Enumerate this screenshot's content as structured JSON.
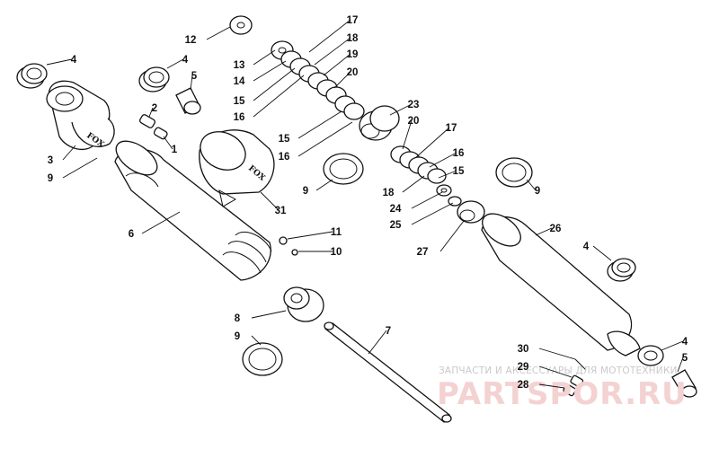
{
  "diagram": {
    "logos": {
      "cap_large": "FOX",
      "cap_small": "FOX"
    },
    "callouts": [
      {
        "id": "c12a",
        "label": "12"
      },
      {
        "id": "c13",
        "label": "13"
      },
      {
        "id": "c14",
        "label": "14"
      },
      {
        "id": "c15a",
        "label": "15"
      },
      {
        "id": "c16a",
        "label": "16"
      },
      {
        "id": "c17a",
        "label": "17"
      },
      {
        "id": "c18a",
        "label": "18"
      },
      {
        "id": "c19",
        "label": "19"
      },
      {
        "id": "c20a",
        "label": "20"
      },
      {
        "id": "c4a",
        "label": "4"
      },
      {
        "id": "c4b",
        "label": "4"
      },
      {
        "id": "c5a",
        "label": "5"
      },
      {
        "id": "c2",
        "label": "2"
      },
      {
        "id": "c1",
        "label": "1"
      },
      {
        "id": "c3",
        "label": "3"
      },
      {
        "id": "c9a",
        "label": "9"
      },
      {
        "id": "c6",
        "label": "6"
      },
      {
        "id": "c31",
        "label": "31"
      },
      {
        "id": "c9b",
        "label": "9"
      },
      {
        "id": "c15b",
        "label": "15"
      },
      {
        "id": "c16b",
        "label": "16"
      },
      {
        "id": "c23",
        "label": "23"
      },
      {
        "id": "c20b",
        "label": "20"
      },
      {
        "id": "c17b",
        "label": "17"
      },
      {
        "id": "c16c",
        "label": "16"
      },
      {
        "id": "c15c",
        "label": "15"
      },
      {
        "id": "c18b",
        "label": "18"
      },
      {
        "id": "c24",
        "label": "24"
      },
      {
        "id": "c25",
        "label": "25"
      },
      {
        "id": "c27",
        "label": "27"
      },
      {
        "id": "c9c",
        "label": "9"
      },
      {
        "id": "c26",
        "label": "26"
      },
      {
        "id": "c4c",
        "label": "4"
      },
      {
        "id": "c11",
        "label": "11"
      },
      {
        "id": "c10",
        "label": "10"
      },
      {
        "id": "c8",
        "label": "8"
      },
      {
        "id": "c9d",
        "label": "9"
      },
      {
        "id": "c7",
        "label": "7"
      },
      {
        "id": "c30",
        "label": "30"
      },
      {
        "id": "c29",
        "label": "29"
      },
      {
        "id": "c28",
        "label": "28"
      },
      {
        "id": "c4d",
        "label": "4"
      },
      {
        "id": "c5b",
        "label": "5"
      }
    ]
  },
  "watermark": {
    "caption": "ЗАПЧАСТИ И АКСЕССУАРЫ ДЛЯ МОТОТЕХНИКИ",
    "logo": "PARTSPOR.RU"
  }
}
